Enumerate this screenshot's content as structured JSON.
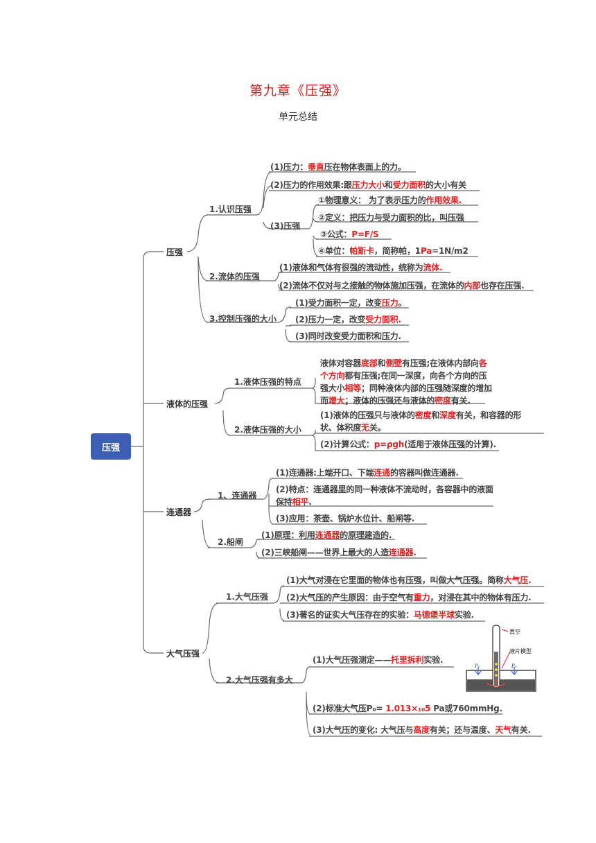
{
  "doc": {
    "title": "第九章《压强》",
    "subtitle": "单元总结"
  },
  "root": "压强",
  "sections": {
    "s1": {
      "label": "压强",
      "a": {
        "label": "1.认识压强",
        "l1": [
          "(1)压力：",
          "垂直",
          "压在物体表面上的力。"
        ],
        "l2": [
          "(2)压力的作用效果:跟",
          "压力大小",
          "和",
          "受力面积",
          "的大小有关"
        ],
        "b": {
          "label": "(3)压强",
          "l1": [
            "①物理意义： 为了表示压力的",
            "作用效果."
          ],
          "l2": [
            "②定义：把压力与受力面积的比，叫压强"
          ],
          "l3": [
            "③公式：",
            "P=F/S"
          ],
          "l4": [
            "④单位：",
            "帕斯卡",
            "，简称帕，1",
            "Pa",
            "=1N/m2"
          ]
        }
      },
      "c": {
        "label": "2.流体的压强",
        "l1": [
          "(1)液体和气体有很强的流动性，统称为",
          "流体."
        ],
        "l2": [
          "(2)流体不仅对与之接触的物体施加压强，在流体的",
          "内部",
          "也存在压强."
        ]
      },
      "d": {
        "label": "3.控制压强的大小",
        "l1": [
          "(1)受力面积一定，改变",
          "压力",
          "。"
        ],
        "l2": [
          "(2)压力一定，改变",
          "受力面积."
        ],
        "l3": [
          "(3)同时改变受力面积和压力."
        ]
      }
    },
    "s2": {
      "label": "液体的压强",
      "a": {
        "label": "1.液体压强的特点",
        "p": [
          "液体对容器",
          "底部",
          "和",
          "侧壁",
          "有压强;在液体内部向",
          "各个方向",
          "都有压强;在同一深度，向各个方向的压强大小",
          "相等",
          "；同种液体内部的压强随深度的增加而",
          "增大",
          "；液体的压强还与液体的",
          "密度",
          "有关."
        ]
      },
      "b": {
        "label": "2.液体压强的大小",
        "p": [
          "(1)液体的压强只与液体的",
          "密度",
          "和",
          "深度",
          "有关，和容器的形状、体积度",
          "无",
          "关。"
        ],
        "l2": [
          "(2)计算公式：",
          "p=ρgh",
          "(适用于液体压强的计算)."
        ]
      }
    },
    "s3": {
      "label": "连通器",
      "a": {
        "label": "1、连通器",
        "l1": [
          "(1)连通器:上端开口、下端",
          "连通",
          "的容器叫做连通器."
        ],
        "p": [
          "(2)特点：连通器里的同一种液体不流动时，各容器中的液面保持",
          "相平",
          "."
        ],
        "l3": [
          "(3)应用：茶壶、锅炉水位计、船闸等."
        ]
      },
      "b": {
        "label": "2.船闸",
        "l1": [
          "(1)原理：利用",
          "连通器",
          "的原理建造的."
        ],
        "l2": [
          "(2)三峡船闸——世界上最大的人造",
          "连通器",
          "."
        ]
      }
    },
    "s4": {
      "label": "大气压强",
      "a": {
        "label": "1.大气压强",
        "l1": [
          "(1)大气对浸在它里面的物体也有压强，叫做大气压强。简称",
          "大气压."
        ],
        "l2": [
          "(2)大气压的产生原因：由于空气有",
          "重力",
          "，对浸在其中的物体有压力."
        ],
        "l3": [
          "(3)著名的证实大气压存在的实验：",
          "马德堡半球",
          "实验."
        ]
      },
      "b": {
        "label": "2.大气压强有多大",
        "l1": [
          "(1)大气压强测定——",
          "托里拆利",
          "实验."
        ],
        "l2": [
          "(2)标准大气压P₀= ",
          "1.013×₁₀5",
          " Pa或760mmHg."
        ],
        "l3": [
          "(3)大气压的变化: 大气压与",
          "高度",
          "有关；还与温度、",
          "天气",
          "有关."
        ],
        "figure": {
          "vacuum": "真空",
          "sheet": "液片模型",
          "p0": "P₀"
        }
      }
    }
  }
}
